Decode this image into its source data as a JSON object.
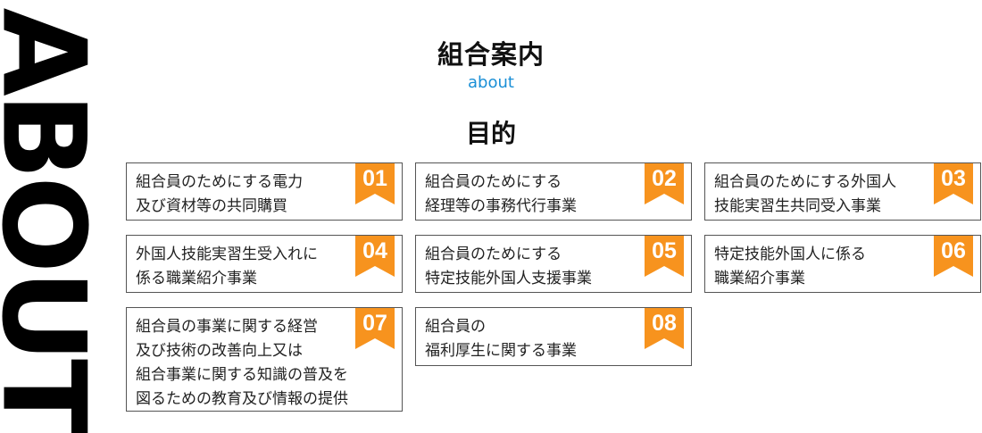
{
  "side_word": "ABOUT",
  "header": {
    "title": "組合案内",
    "subtitle": "about"
  },
  "section_title": "目的",
  "accent_color": "#f7931e",
  "subtitle_color": "#1a8fd6",
  "cards": [
    {
      "num": "01",
      "lines": [
        "組合員のためにする電力",
        "及び資材等の共同購買"
      ]
    },
    {
      "num": "02",
      "lines": [
        "組合員のためにする",
        "経理等の事務代行事業"
      ]
    },
    {
      "num": "03",
      "lines": [
        "組合員のためにする外国人",
        "技能実習生共同受入事業"
      ]
    },
    {
      "num": "04",
      "lines": [
        "外国人技能実習生受入れに",
        "係る職業紹介事業"
      ]
    },
    {
      "num": "05",
      "lines": [
        "組合員のためにする",
        "特定技能外国人支援事業"
      ]
    },
    {
      "num": "06",
      "lines": [
        "特定技能外国人に係る",
        "職業紹介事業"
      ]
    },
    {
      "num": "07",
      "lines": [
        "組合員の事業に関する経営",
        "及び技術の改善向上又は",
        "組合事業に関する知識の普及を",
        "図るための教育及び情報の提供"
      ]
    },
    {
      "num": "08",
      "lines": [
        "組合員の",
        "福利厚生に関する事業"
      ]
    }
  ]
}
